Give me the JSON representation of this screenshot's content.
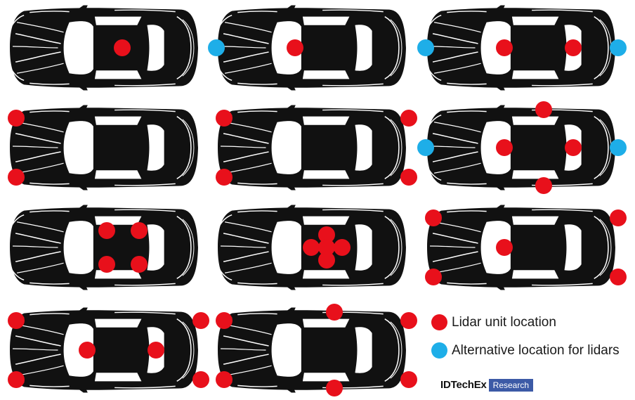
{
  "colors": {
    "lidar": "#e8101b",
    "alternative": "#1eaee8",
    "car_body": "#111111",
    "glass": "#ffffff",
    "logo_box": "#3c5aa6"
  },
  "cars": [
    {
      "id": "car-1",
      "row": 1,
      "col": 1,
      "sensors": [
        {
          "type": "lidar",
          "spot": "roof-center"
        }
      ]
    },
    {
      "id": "car-2",
      "row": 1,
      "col": 2,
      "sensors": [
        {
          "type": "alternative",
          "spot": "front-center"
        },
        {
          "type": "lidar",
          "spot": "roof-front"
        }
      ]
    },
    {
      "id": "car-3",
      "row": 1,
      "col": 3,
      "sensors": [
        {
          "type": "alternative",
          "spot": "front-center"
        },
        {
          "type": "lidar",
          "spot": "roof-front"
        },
        {
          "type": "lidar",
          "spot": "roof-rear"
        },
        {
          "type": "alternative",
          "spot": "rear-center"
        }
      ]
    },
    {
      "id": "car-4",
      "row": 2,
      "col": 1,
      "sensors": [
        {
          "type": "lidar",
          "spot": "front-left-corner"
        },
        {
          "type": "lidar",
          "spot": "front-right-corner"
        }
      ]
    },
    {
      "id": "car-5",
      "row": 2,
      "col": 2,
      "sensors": [
        {
          "type": "lidar",
          "spot": "front-left-corner"
        },
        {
          "type": "lidar",
          "spot": "front-right-corner"
        },
        {
          "type": "lidar",
          "spot": "rear-left-corner"
        },
        {
          "type": "lidar",
          "spot": "rear-right-corner"
        }
      ]
    },
    {
      "id": "car-6",
      "row": 2,
      "col": 3,
      "sensors": [
        {
          "type": "alternative",
          "spot": "front-center"
        },
        {
          "type": "lidar",
          "spot": "roof-front"
        },
        {
          "type": "lidar",
          "spot": "roof-rear"
        },
        {
          "type": "alternative",
          "spot": "rear-center"
        },
        {
          "type": "lidar",
          "spot": "left-side-center"
        },
        {
          "type": "lidar",
          "spot": "right-side-center"
        }
      ]
    },
    {
      "id": "car-7",
      "row": 3,
      "col": 1,
      "sensors": [
        {
          "type": "lidar",
          "spot": "roof-front-left"
        },
        {
          "type": "lidar",
          "spot": "roof-rear-left"
        },
        {
          "type": "lidar",
          "spot": "roof-front-right"
        },
        {
          "type": "lidar",
          "spot": "roof-rear-right"
        }
      ]
    },
    {
      "id": "car-8",
      "row": 3,
      "col": 2,
      "sensors": [
        {
          "type": "lidar",
          "spot": "roof-cluster-top"
        },
        {
          "type": "lidar",
          "spot": "roof-cluster-front"
        },
        {
          "type": "lidar",
          "spot": "roof-cluster-center"
        },
        {
          "type": "lidar",
          "spot": "roof-cluster-rear"
        },
        {
          "type": "lidar",
          "spot": "roof-cluster-bottom"
        }
      ]
    },
    {
      "id": "car-9",
      "row": 3,
      "col": 3,
      "sensors": [
        {
          "type": "lidar",
          "spot": "roof-front"
        },
        {
          "type": "lidar",
          "spot": "front-left-corner"
        },
        {
          "type": "lidar",
          "spot": "front-right-corner"
        },
        {
          "type": "lidar",
          "spot": "rear-left-corner"
        },
        {
          "type": "lidar",
          "spot": "rear-right-corner"
        }
      ]
    },
    {
      "id": "car-10",
      "row": 4,
      "col": 1,
      "sensors": [
        {
          "type": "lidar",
          "spot": "front-left-corner"
        },
        {
          "type": "lidar",
          "spot": "front-right-corner"
        },
        {
          "type": "lidar",
          "spot": "roof-front"
        },
        {
          "type": "lidar",
          "spot": "roof-rear"
        },
        {
          "type": "lidar",
          "spot": "rear-left-corner"
        },
        {
          "type": "lidar",
          "spot": "rear-right-corner"
        }
      ]
    },
    {
      "id": "car-11",
      "row": 4,
      "col": 2,
      "sensors": [
        {
          "type": "lidar",
          "spot": "front-left-corner"
        },
        {
          "type": "lidar",
          "spot": "front-right-corner"
        },
        {
          "type": "lidar",
          "spot": "left-side-center"
        },
        {
          "type": "lidar",
          "spot": "right-side-center"
        },
        {
          "type": "lidar",
          "spot": "rear-left-corner"
        },
        {
          "type": "lidar",
          "spot": "rear-right-corner"
        }
      ]
    }
  ],
  "legend": {
    "lidar_label": "Lidar unit location",
    "alternative_label": "Alternative location for lidars"
  },
  "logo": {
    "brand": "IDTechEx",
    "tag": "Research"
  }
}
